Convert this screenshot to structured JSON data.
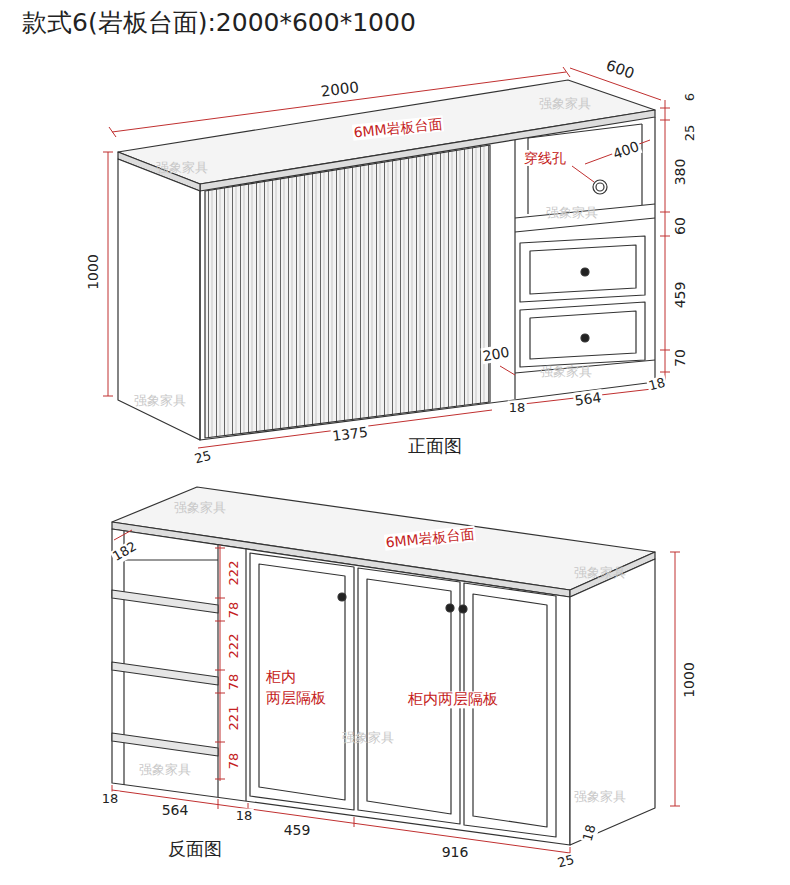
{
  "diagram": {
    "title": "款式6(岩板台面):2000*600*1000",
    "labels": [
      "2000",
      "600",
      "6",
      "25",
      "6MM岩板台面",
      "穿线孔",
      "400",
      "380",
      "60",
      "459",
      "70",
      "1000",
      "200",
      "18",
      "564",
      "18",
      "1375",
      "25",
      "正面图",
      "强象家具",
      "强象家具",
      "强象家具",
      "强象家具",
      "强象家具",
      "6MM岩板台面",
      "182",
      "222",
      "78",
      "222",
      "78",
      "221",
      "78",
      "柜内 两层隔板",
      "柜内两层隔板",
      "1000",
      "18",
      "564",
      "18",
      "459",
      "916",
      "25",
      "18",
      "反面图",
      "强象家具",
      "强象家具",
      "强象家具",
      "强象家具",
      "强象家具"
    ]
  }
}
